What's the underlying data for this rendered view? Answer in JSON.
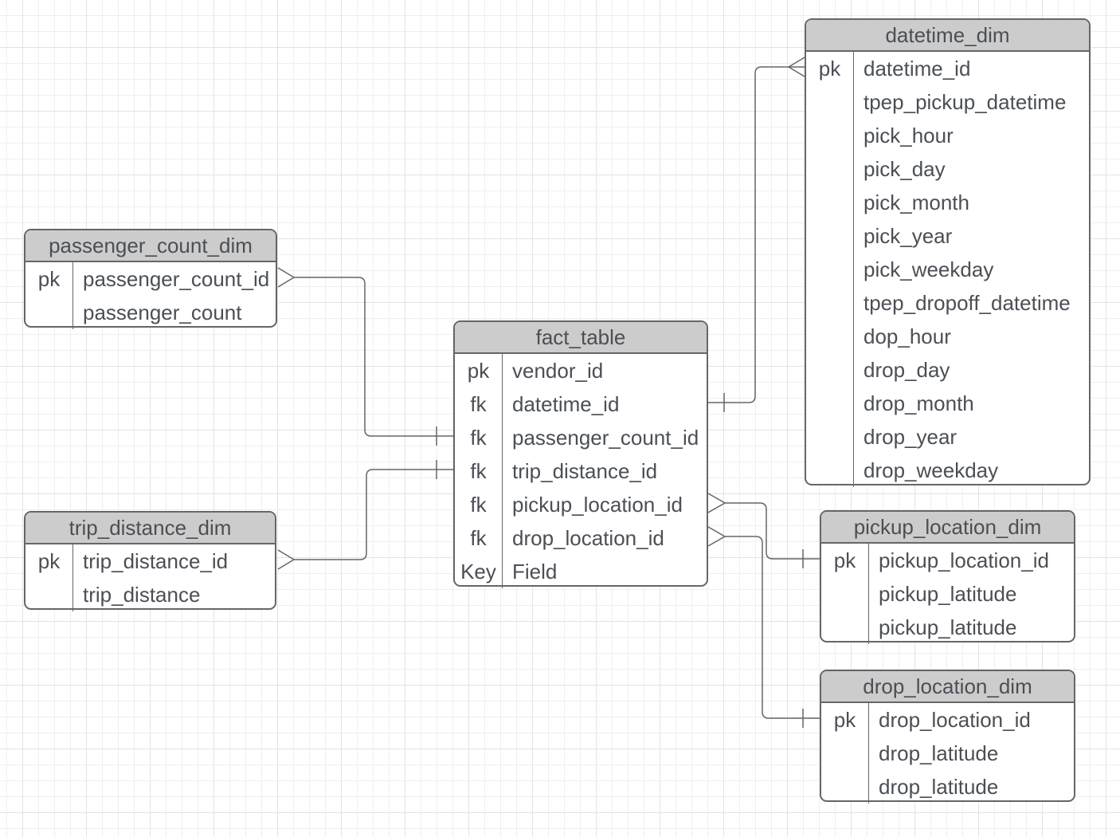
{
  "diagram": {
    "type": "entity-relationship-diagram",
    "colors": {
      "canvas_background": "#ffffff",
      "grid_minor": "#efefef",
      "grid_major": "#e3e3e3",
      "entity_header_fill": "#cccccc",
      "entity_border": "#666666",
      "text": "#4b4f55",
      "connector": "#666666"
    },
    "tables": {
      "datetime_dim": {
        "title": "datetime_dim",
        "rows": [
          {
            "key": "pk",
            "field": "datetime_id"
          },
          {
            "key": "",
            "field": "tpep_pickup_datetime"
          },
          {
            "key": "",
            "field": "pick_hour"
          },
          {
            "key": "",
            "field": "pick_day"
          },
          {
            "key": "",
            "field": "pick_month"
          },
          {
            "key": "",
            "field": "pick_year"
          },
          {
            "key": "",
            "field": "pick_weekday"
          },
          {
            "key": "",
            "field": "tpep_dropoff_datetime"
          },
          {
            "key": "",
            "field": "dop_hour"
          },
          {
            "key": "",
            "field": "drop_day"
          },
          {
            "key": "",
            "field": "drop_month"
          },
          {
            "key": "",
            "field": "drop_year"
          },
          {
            "key": "",
            "field": "drop_weekday"
          }
        ]
      },
      "passenger_count_dim": {
        "title": "passenger_count_dim",
        "rows": [
          {
            "key": "pk",
            "field": "passenger_count_id"
          },
          {
            "key": "",
            "field": "passenger_count"
          }
        ]
      },
      "fact_table": {
        "title": "fact_table",
        "rows": [
          {
            "key": "pk",
            "field": "vendor_id"
          },
          {
            "key": "fk",
            "field": "datetime_id"
          },
          {
            "key": "fk",
            "field": "passenger_count_id"
          },
          {
            "key": "fk",
            "field": "trip_distance_id"
          },
          {
            "key": "fk",
            "field": "pickup_location_id"
          },
          {
            "key": "fk",
            "field": "drop_location_id"
          },
          {
            "key": "Key",
            "field": "Field"
          }
        ]
      },
      "trip_distance_dim": {
        "title": "trip_distance_dim",
        "rows": [
          {
            "key": "pk",
            "field": "trip_distance_id"
          },
          {
            "key": "",
            "field": "trip_distance"
          }
        ]
      },
      "pickup_location_dim": {
        "title": "pickup_location_dim",
        "rows": [
          {
            "key": "pk",
            "field": "pickup_location_id"
          },
          {
            "key": "",
            "field": "pickup_latitude"
          },
          {
            "key": "",
            "field": "pickup_latitude"
          }
        ]
      },
      "drop_location_dim": {
        "title": "drop_location_dim",
        "rows": [
          {
            "key": "pk",
            "field": "drop_location_id"
          },
          {
            "key": "",
            "field": "drop_latitude"
          },
          {
            "key": "",
            "field": "drop_latitude"
          }
        ]
      }
    },
    "relationships": [
      {
        "from": "passenger_count_dim.passenger_count_id",
        "to": "fact_table.passenger_count_id"
      },
      {
        "from": "trip_distance_dim.trip_distance_id",
        "to": "fact_table.trip_distance_id"
      },
      {
        "from": "fact_table.datetime_id",
        "to": "datetime_dim.datetime_id"
      },
      {
        "from": "fact_table.pickup_location_id",
        "to": "pickup_location_dim.pickup_location_id"
      },
      {
        "from": "fact_table.drop_location_id",
        "to": "drop_location_dim.drop_location_id"
      }
    ]
  }
}
